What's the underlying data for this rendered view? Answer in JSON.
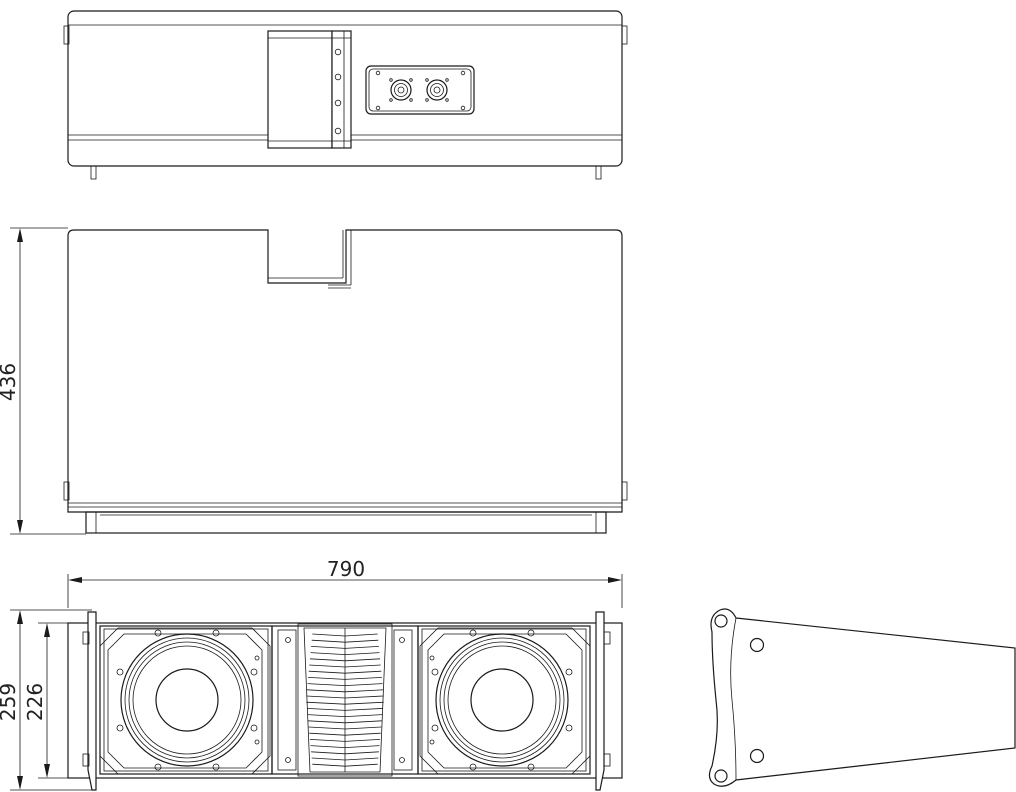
{
  "title": "",
  "dimensions": {
    "depth_side_view": "436",
    "width_front_view": "790",
    "height_overall": "259",
    "height_cabinet": "226"
  },
  "colors": {
    "line": "#1a1a1a",
    "background": "#ffffff"
  },
  "views": [
    "top-view",
    "side-view",
    "front-view",
    "bracket-view"
  ]
}
